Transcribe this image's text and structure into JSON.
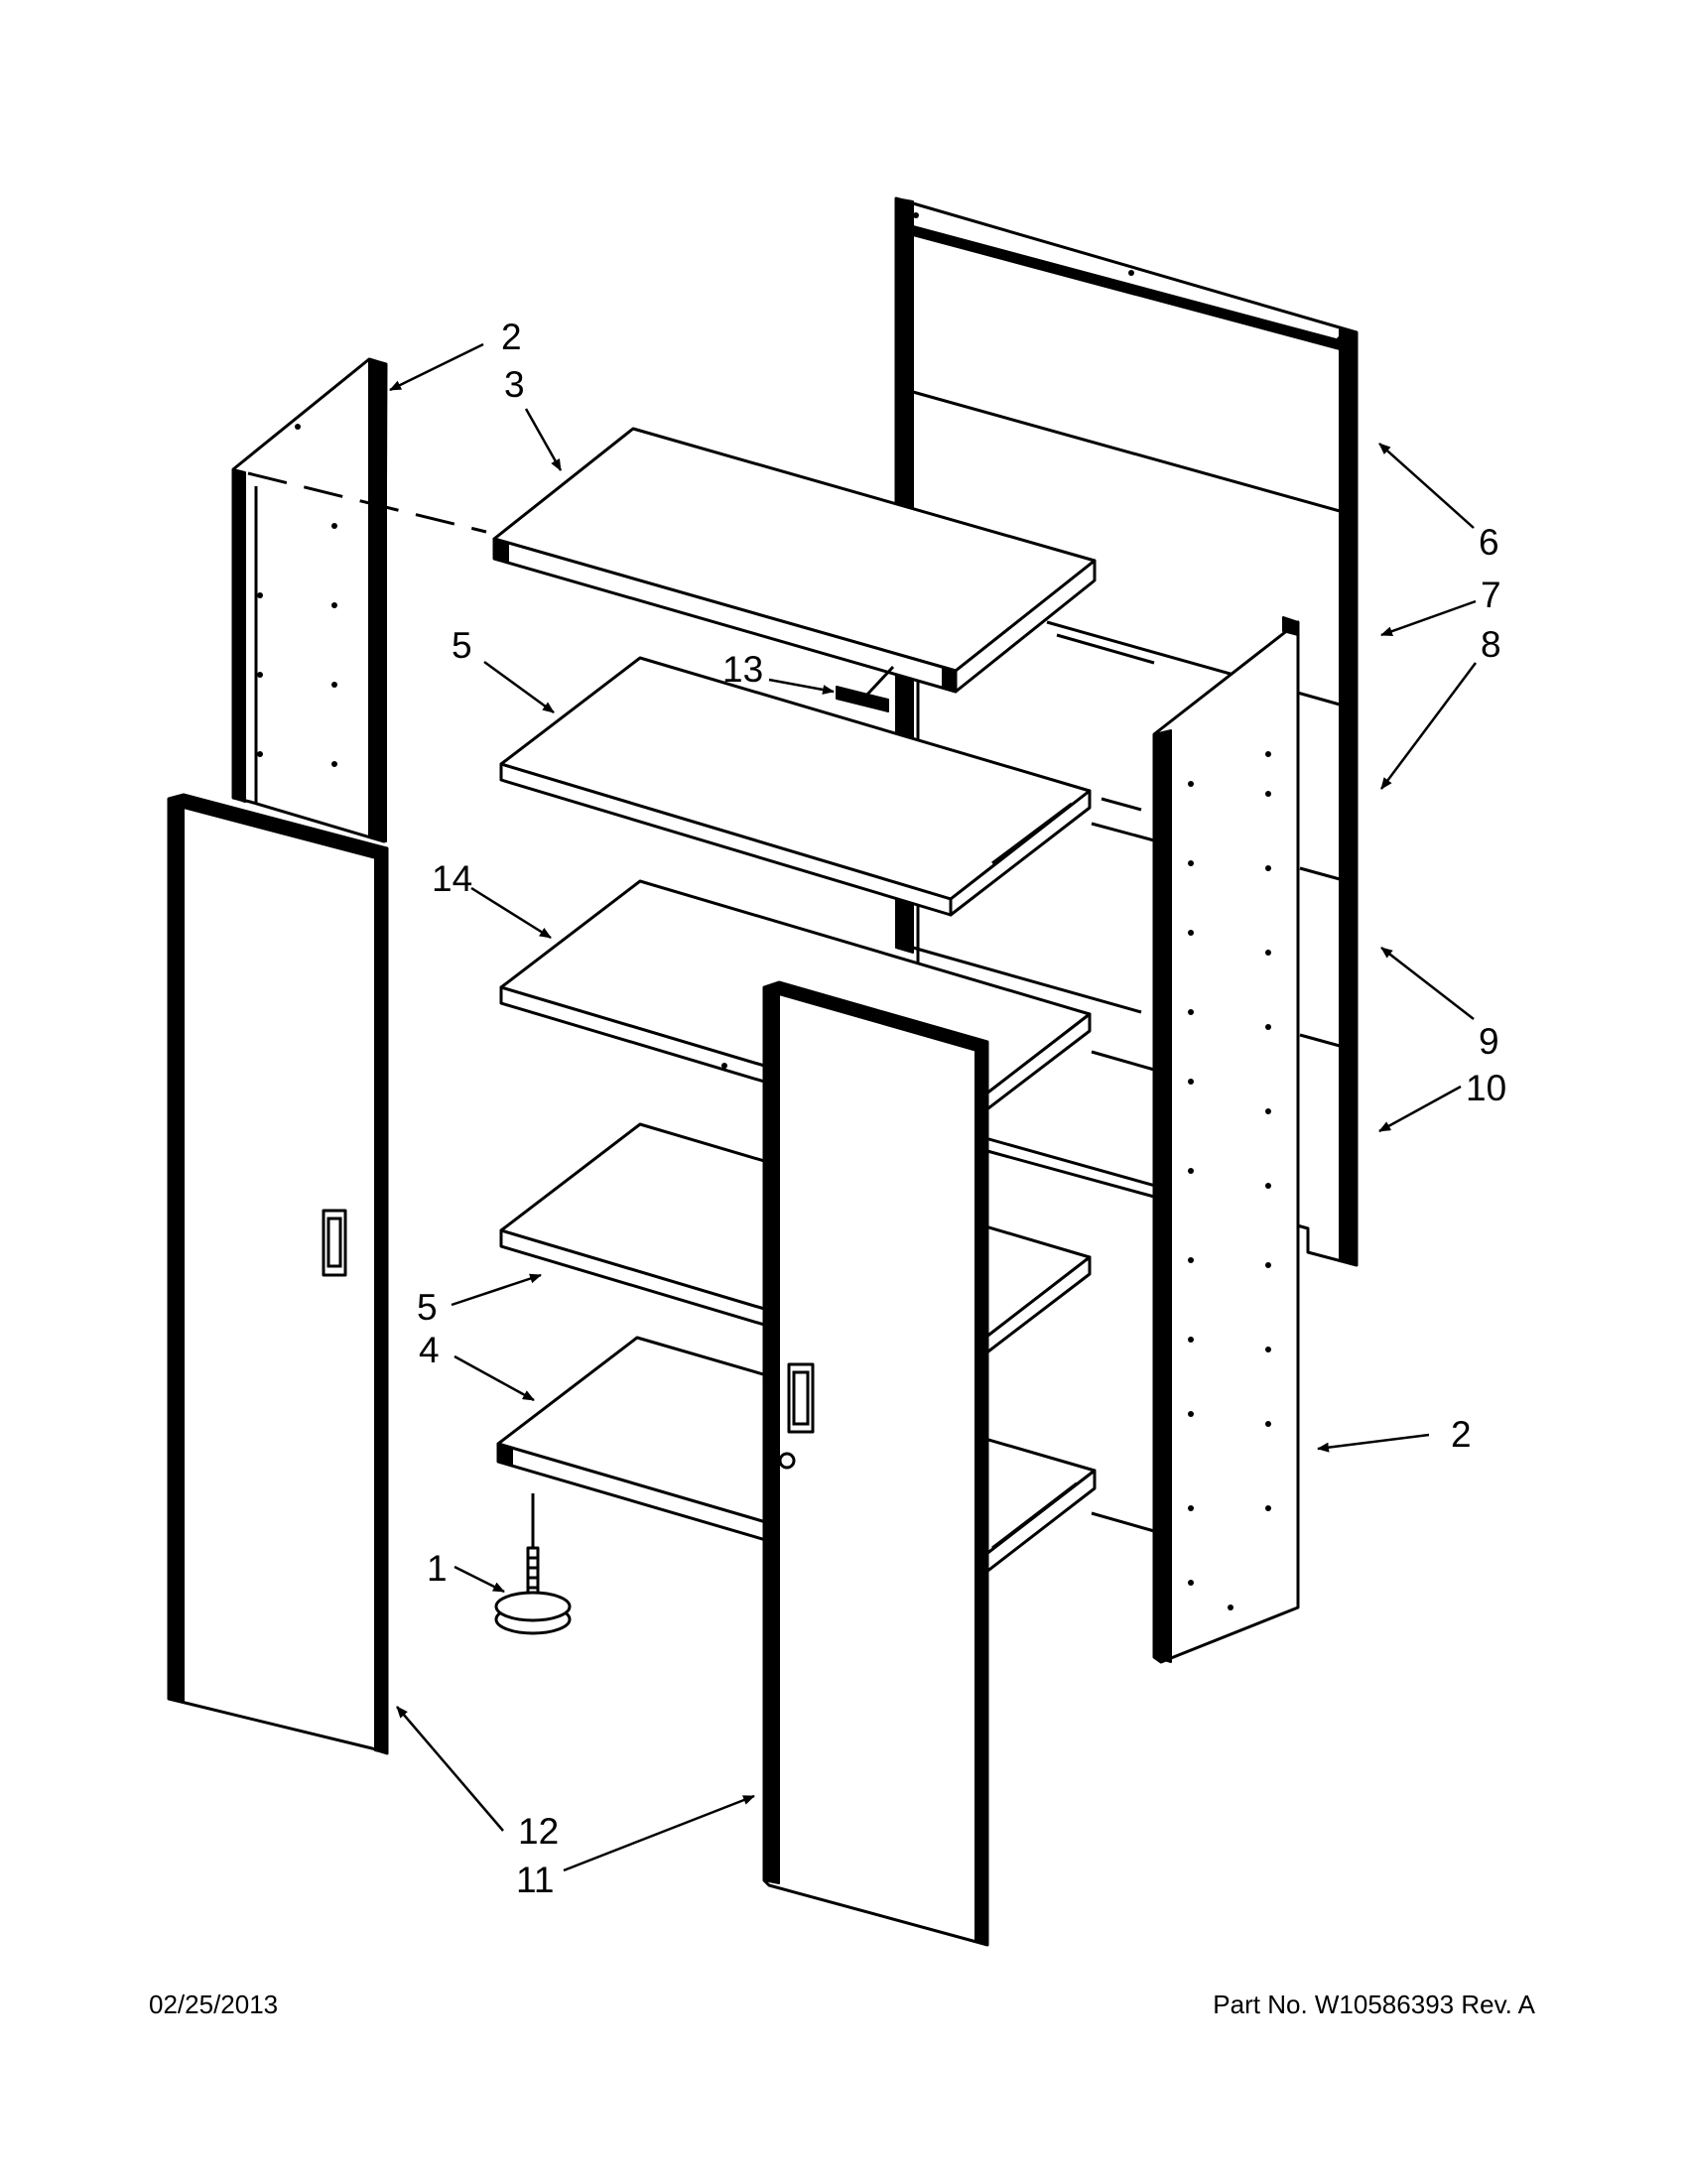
{
  "callouts": [
    {
      "id": "c1",
      "label": "1"
    },
    {
      "id": "c2a",
      "label": "2"
    },
    {
      "id": "c2b",
      "label": "2"
    },
    {
      "id": "c3",
      "label": "3"
    },
    {
      "id": "c4",
      "label": "4"
    },
    {
      "id": "c5a",
      "label": "5"
    },
    {
      "id": "c5b",
      "label": "5"
    },
    {
      "id": "c6",
      "label": "6"
    },
    {
      "id": "c7",
      "label": "7"
    },
    {
      "id": "c8",
      "label": "8"
    },
    {
      "id": "c9",
      "label": "9"
    },
    {
      "id": "c10",
      "label": "10"
    },
    {
      "id": "c11",
      "label": "11"
    },
    {
      "id": "c12",
      "label": "12"
    },
    {
      "id": "c13",
      "label": "13"
    },
    {
      "id": "c14",
      "label": "14"
    }
  ],
  "footer": {
    "date": "02/25/2013",
    "part_no": "Part No.  W10586393  Rev.  A"
  }
}
